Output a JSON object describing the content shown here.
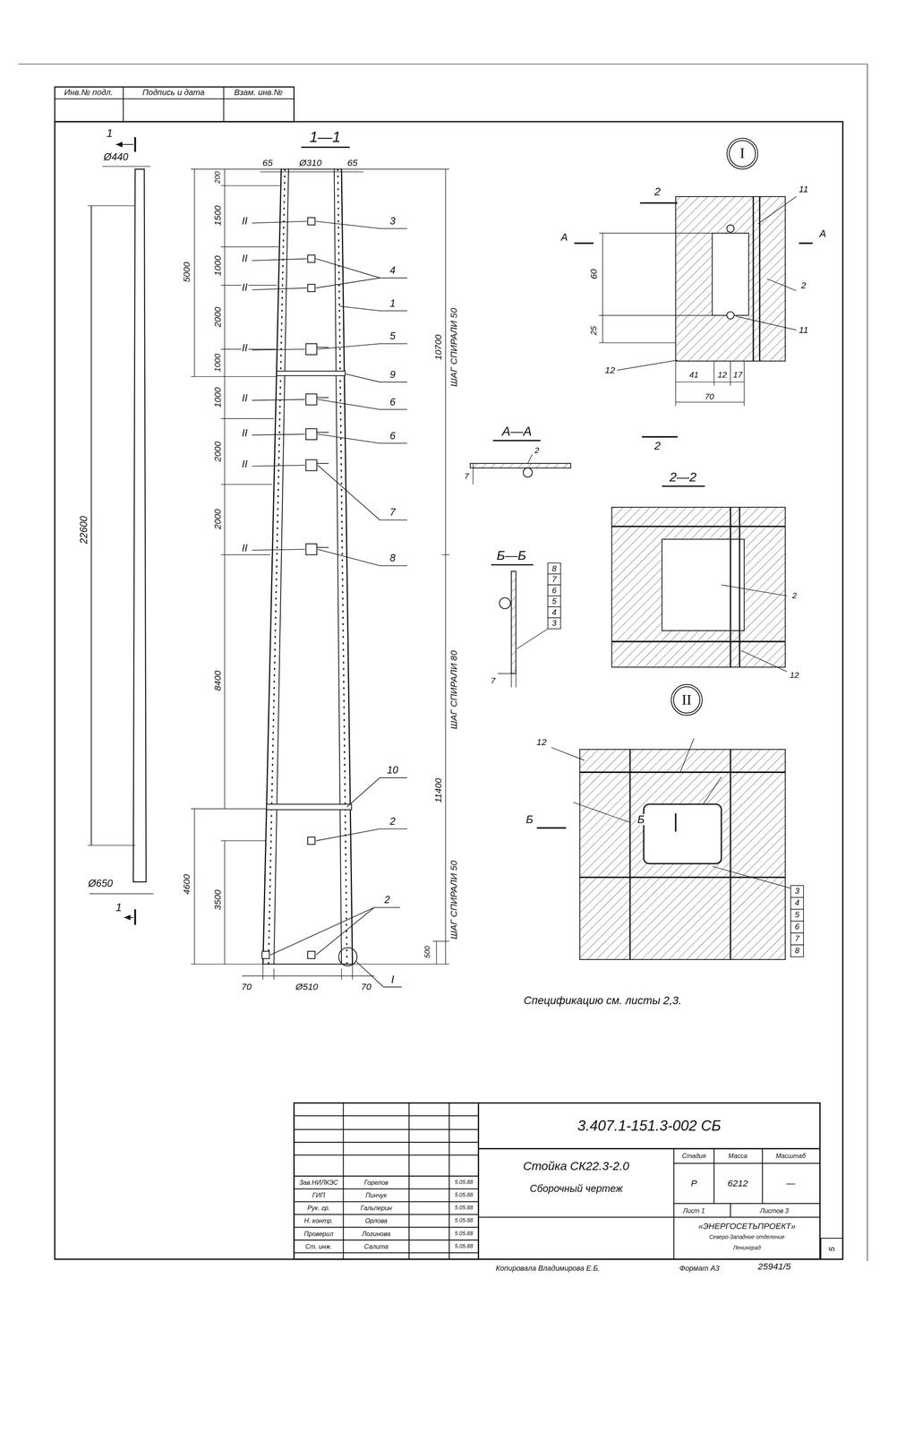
{
  "diagram": {
    "nodes": [
      {
        "text": [
          "I"
        ]
      },
      {
        "text": [
          "II"
        ]
      }
    ],
    "labels": [
      "Инв.№ подл.",
      "Подпись и дата",
      "Взам. инв.№",
      "1",
      "Ø440",
      "22600",
      "Ø650",
      "1",
      "1—1",
      "65",
      "Ø310",
      "65",
      "200",
      "1500",
      "1000",
      "2000",
      "5000",
      "1000",
      "1000",
      "2000",
      "2000",
      "8400",
      "4600",
      "3500",
      "70",
      "Ø510",
      "70",
      "500",
      "10700",
      "ШАГ СПИРАЛИ 50",
      "11400",
      "ШАГ СПИРАЛИ 80",
      "ШАГ СПИРАЛИ 50",
      "II",
      "II",
      "II",
      "II",
      "II",
      "II",
      "II",
      "II",
      "3",
      "4",
      "1",
      "5",
      "9",
      "6",
      "6",
      "7",
      "8",
      "10",
      "2",
      "2",
      "I",
      "2",
      "11",
      "А",
      "А",
      "60",
      "25",
      "2",
      "11",
      "12",
      "41",
      "12",
      "17",
      "70",
      "2",
      "А—А",
      "2",
      "7",
      "2—2",
      "2",
      "12",
      "Б—Б",
      "8",
      "7",
      "6",
      "5",
      "4",
      "3",
      "7",
      "12",
      "Б",
      "Б",
      "3",
      "4",
      "5",
      "6",
      "7",
      "8",
      "Спецификацию см. листы 2,3.",
      "3.407.1-151.3-002 СБ",
      "Стойка СК22.3-2.0",
      "Сборочный чертеж",
      "Стадия",
      "Масса",
      "Масштаб",
      "Р",
      "6212",
      "—",
      "Лист 1",
      "Листов 3",
      "«ЭНЕРГОСЕТЬПРОЕКТ»",
      "Северо-Западное отделение",
      "Ленинград",
      "Зав.НИЛКЭС",
      "Горелов",
      "5.05.88",
      "ГИП",
      "Пинчук",
      "5.05.88",
      "Рук. гр.",
      "Гальперин",
      "5.05.88",
      "Н. контр.",
      "Орлова",
      "5.05.88",
      "Проверил",
      "Логинова",
      "5.05.88",
      "Ст. инж.",
      "Салита",
      "5.05.88",
      "Копировала Владимирова Е.Б.",
      "Формат А3",
      "25941/5",
      "5"
    ]
  }
}
